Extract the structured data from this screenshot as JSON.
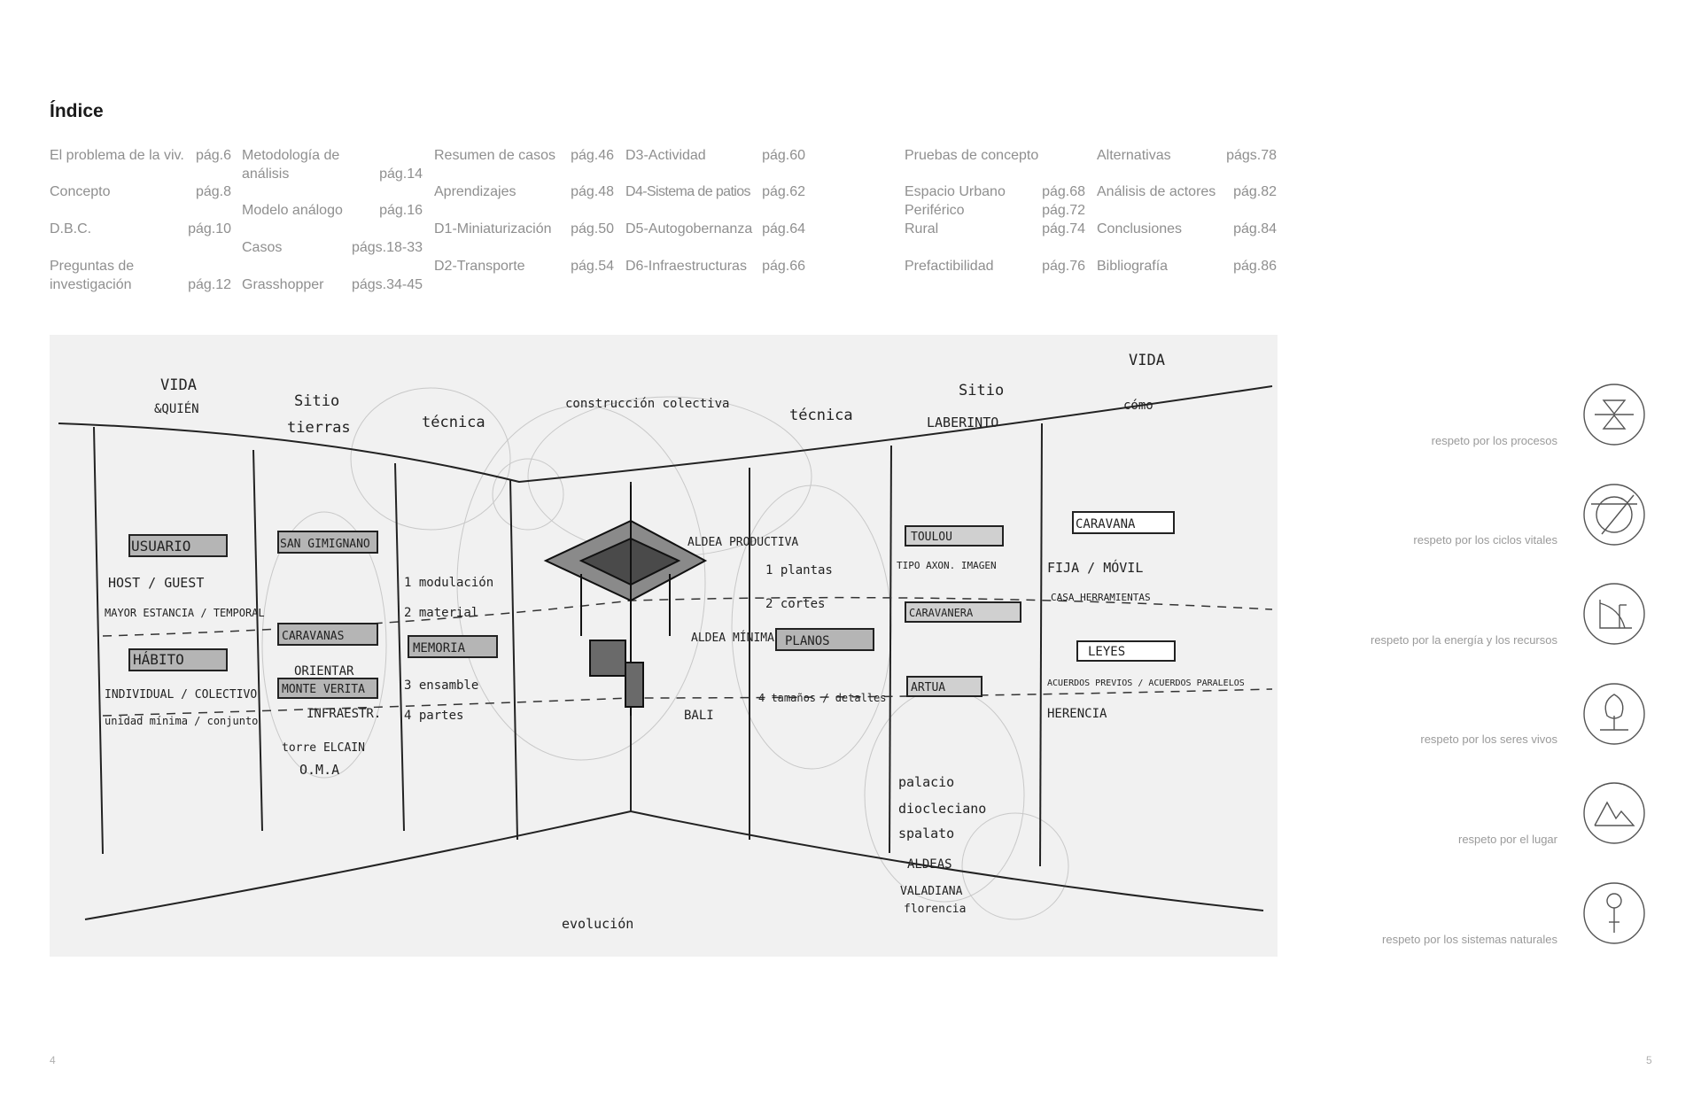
{
  "index": {
    "title": "Índice",
    "entries": [
      {
        "label": "El problema de la viv.",
        "page": "pág.6"
      },
      {
        "label": "Concepto",
        "page": "pág.8"
      },
      {
        "label": "D.B.C.",
        "page": "pág.10"
      },
      {
        "label": "Preguntas de investigación",
        "page": "pág.12"
      },
      {
        "label": "Metodología de análisis",
        "page": "pág.14"
      },
      {
        "label": "Modelo análogo",
        "page": "pág.16"
      },
      {
        "label": "Casos",
        "page": "págs.18-33"
      },
      {
        "label": "Grasshopper",
        "page": "págs.34-45"
      },
      {
        "label": "Resumen de casos",
        "page": "pág.46"
      },
      {
        "label": "Aprendizajes",
        "page": "pág.48"
      },
      {
        "label": "D1-Miniaturización",
        "page": "pág.50"
      },
      {
        "label": "D2-Transporte",
        "page": "pág.54"
      },
      {
        "label": "D3-Actividad",
        "page": "pág.60"
      },
      {
        "label": "D4-Sistema de patios",
        "page": "pág.62"
      },
      {
        "label": "D5-Autogobernanza",
        "page": "pág.64"
      },
      {
        "label": "D6-Infraestructuras",
        "page": "pág.66"
      },
      {
        "label": "Pruebas de concepto",
        "page": ""
      },
      {
        "label": "Espacio Urbano",
        "page": "pág.68"
      },
      {
        "label": "Periférico",
        "page": "pág.72"
      },
      {
        "label": "Rural",
        "page": "pág.74"
      },
      {
        "label": "Prefactibilidad",
        "page": "pág.76"
      },
      {
        "label": "Alternativas",
        "page": "págs.78"
      },
      {
        "label": "Análisis de actores",
        "page": "pág.82"
      },
      {
        "label": "Conclusiones",
        "page": "pág.84"
      },
      {
        "label": "Bibliografía",
        "page": "pág.86"
      }
    ]
  },
  "sketch": {
    "labels": {
      "vida": "VIDA",
      "quien": "&QUIÉN",
      "sitio1": "Sitio",
      "tierras": "tierras",
      "tecnica1": "técnica",
      "construccion": "construcción colectiva",
      "tecnica2": "técnica",
      "sitio2": "Sitio",
      "laberinto": "LABERINTO",
      "vida2": "VIDA",
      "como": "cómo",
      "usuario": "USUARIO",
      "host": "HOST / GUEST",
      "mayor": "MAYOR ESTANCIA / TEMPORAL",
      "habito": "HÁBITO",
      "individual": "INDIVIDUAL / COLECTIVO",
      "unidad": "unidad mínima / conjunto",
      "san": "SAN GIMIGNANO",
      "caravanas": "CARAVANAS",
      "monte": "MONTE VERITA",
      "orientar": "ORIENTAR",
      "infra": "INFRAESTR.",
      "torre": "torre ELCAIN",
      "oma": "O.M.A",
      "modulacion": "1 modulación",
      "material": "2 material",
      "memoria": "MEMORIA",
      "ensamble": "3 ensamble",
      "partes": "4 partes",
      "aldea": "ALDEA PRODUCTIVA",
      "aldea2": "ALDEA MÍNIMA",
      "bali": "BALI",
      "plantas": "1 plantas",
      "cortes": "2 cortes",
      "planos": "PLANOS",
      "tamanos": "4 tamaños / detalles",
      "toulou": "TOULOU",
      "tipo": "TIPO AXON. IMAGEN",
      "caravanera": "CARAVANERA",
      "artua": "ARTUA",
      "palacio": "palacio",
      "diocleciano": "diocleciano",
      "spalato": "spalato",
      "aldeas": "ALDEAS",
      "valadiana": "VALADIANA",
      "florencia": "florencia",
      "caravana": "CARAVANA",
      "fija": "FIJA / MÓVIL",
      "casa": "CASA HERRAMIENTAS",
      "leyes": "LEYES",
      "acuerdos": "ACUERDOS PREVIOS / ACUERDOS PARALELOS",
      "herencia": "HERENCIA",
      "evolucion": "evolución"
    }
  },
  "legend": {
    "items": [
      {
        "label": "respeto por los procesos",
        "icon": "hourglass-icon"
      },
      {
        "label": "respeto por los ciclos vitales",
        "icon": "cycle-icon"
      },
      {
        "label": "respeto por la energía y los recursos",
        "icon": "energy-icon"
      },
      {
        "label": "respeto por los seres vivos",
        "icon": "tree-icon"
      },
      {
        "label": "respeto por el lugar",
        "icon": "mountain-icon"
      },
      {
        "label": "respeto por los sistemas naturales",
        "icon": "person-icon"
      }
    ]
  },
  "page_numbers": {
    "left": "4",
    "right": "5"
  }
}
